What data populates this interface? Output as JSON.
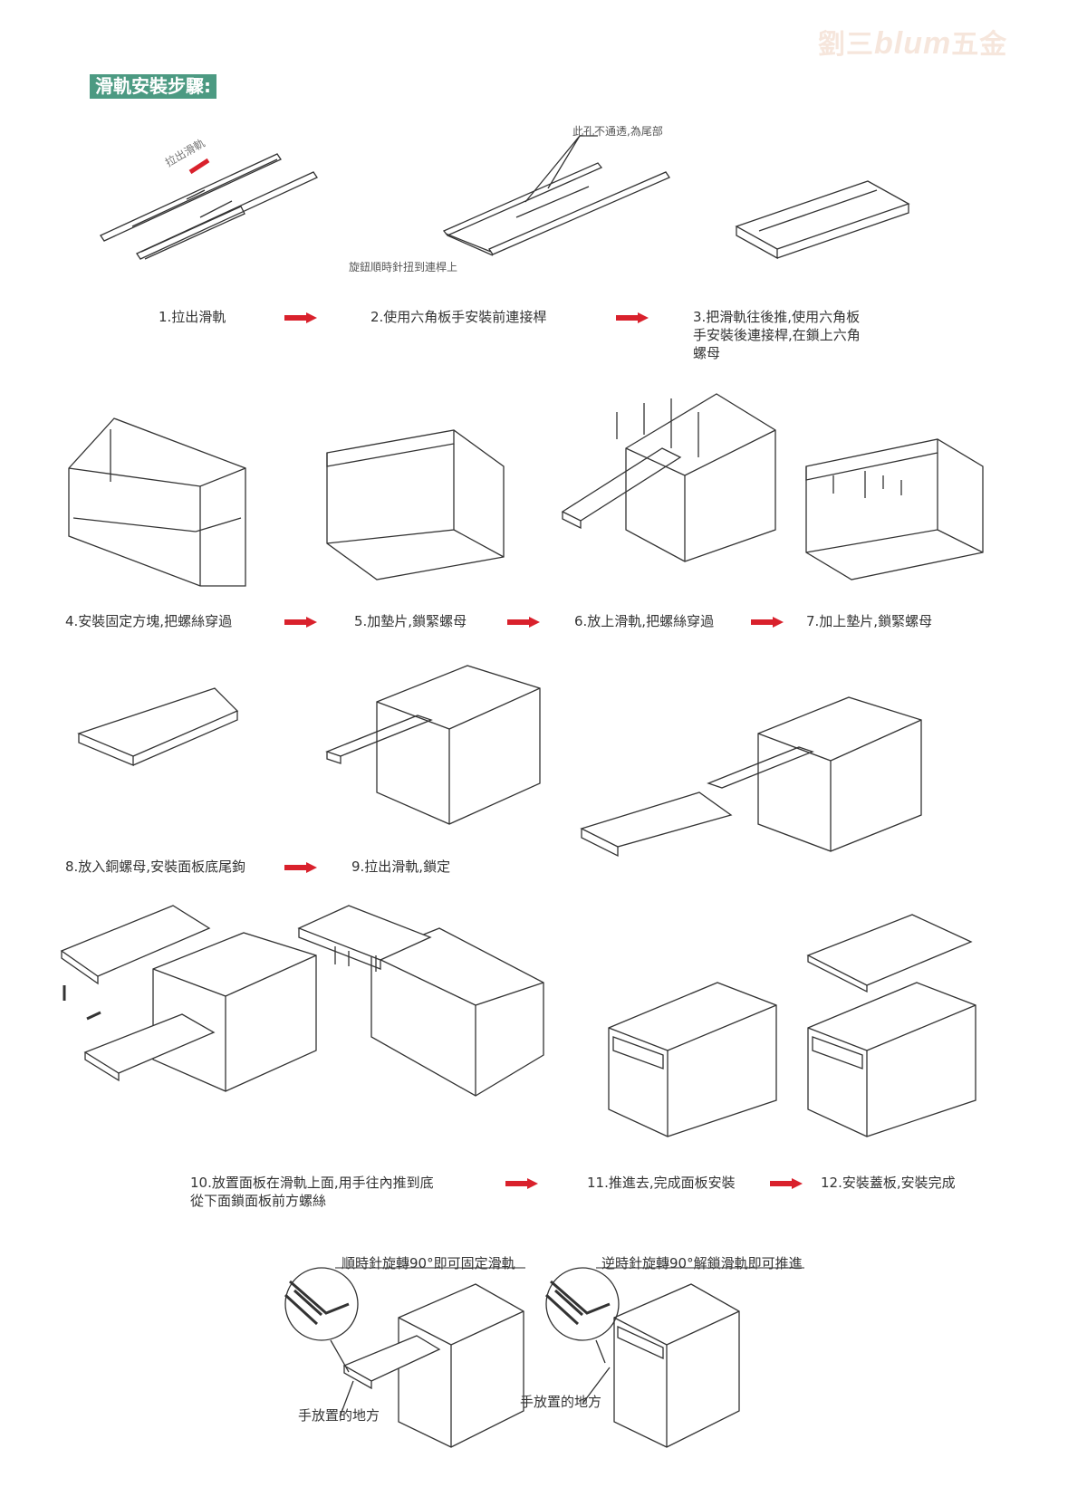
{
  "logo": {
    "part1": "劉三",
    "brand": "blum",
    "part2": "五金"
  },
  "title": "滑軌安裝步驟:",
  "annotations": {
    "pull_rail": "拉出滑軌",
    "hole_note": "此孔不通透,為尾部",
    "knob_note": "旋鈕順時針扭到連桿上",
    "clockwise_note": "順時針旋轉90°即可固定滑軌",
    "counterclockwise_note": "逆時針旋轉90°解鎖滑軌即可推進",
    "hand_place_1": "手放置的地方",
    "hand_place_2": "手放置的地方"
  },
  "steps": [
    {
      "label": "1.拉出滑軌"
    },
    {
      "label": "2.使用六角板手安裝前連接桿"
    },
    {
      "label": "3.把滑軌往後推,使用六角板",
      "label2": "手安裝後連接桿,在鎖上六角",
      "label3": "螺母"
    },
    {
      "label": "4.安裝固定方塊,把螺絲穿過"
    },
    {
      "label": "5.加墊片,鎖緊螺母"
    },
    {
      "label": "6.放上滑軌,把螺絲穿過"
    },
    {
      "label": "7.加上墊片,鎖緊螺母"
    },
    {
      "label": "8.放入銅螺母,安裝面板底尾鉤"
    },
    {
      "label": "9.拉出滑軌,鎖定"
    },
    {
      "label": "10.放置面板在滑軌上面,用手往內推到底",
      "label2": "從下面鎖面板前方螺絲"
    },
    {
      "label": "11.推進去,完成面板安裝"
    },
    {
      "label": "12.安裝蓋板,安裝完成"
    }
  ],
  "colors": {
    "title_bg": "#4c9a82",
    "arrow": "#d9212c",
    "logo": "#f6e6dc"
  }
}
